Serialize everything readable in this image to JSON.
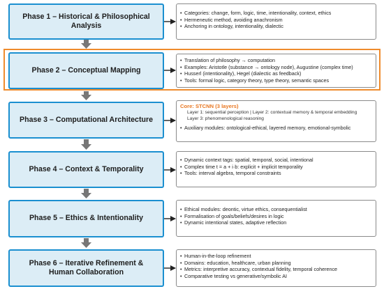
{
  "colors": {
    "phase_border": "#1a8fd0",
    "phase_fill": "#dcedf6",
    "highlight": "#ef8b2c",
    "core_title": "#e87722",
    "arrow": "#777777"
  },
  "phases": [
    {
      "title": "Phase 1 – Historical & Philosophical Analysis",
      "details": [
        "Categories: change, form, logic, time, intentionality, context, ethics",
        "Hermeneutic method, avoiding anachronism",
        "Anchoring in ontology, intentionality, dialectic"
      ]
    },
    {
      "title": "Phase 2 – Conceptual Mapping",
      "details": [
        "Translation of philosophy → computation",
        "Examples: Aristotle (substance → ontology node), Augustine (complex time)",
        "Husserl (intentionality), Hegel (dialectic as feedback)",
        "Tools: formal logic, category theory, type theory, semantic spaces"
      ]
    },
    {
      "title": "Phase 3 – Computational Architecture",
      "core_title": "Core: STCNN (3 layers)",
      "layers": [
        "Layer 1: sequential perception | Layer 2: contextual memory & temporal embedding",
        "Layer 3: phenomenological reasoning"
      ],
      "details": [
        "Auxiliary modules: ontological-ethical, layered memory, emotional-symbolic"
      ]
    },
    {
      "title": "Phase 4 – Context & Temporality",
      "details": [
        "Dynamic context tags: spatial, temporal, social, intentional",
        "Complex time t = a + i·b: explicit + implicit temporality",
        "Tools: interval algebra, temporal constraints"
      ]
    },
    {
      "title": "Phase 5 – Ethics & Intentionality",
      "details": [
        "Ethical modules: deontic, virtue ethics, consequentialist",
        "Formalisation of goals/beliefs/desires in logic",
        "Dynamic intentional states, adaptive reflection"
      ]
    },
    {
      "title": "Phase 6 – Iterative Refinement & Human Collaboration",
      "details": [
        "Human-in-the-loop refinement",
        "Domains: education, healthcare, urban planning",
        "Metrics: interpretive accuracy, contextual fidelity, temporal coherence",
        "Comparative testing vs generative/symbolic AI"
      ]
    }
  ]
}
